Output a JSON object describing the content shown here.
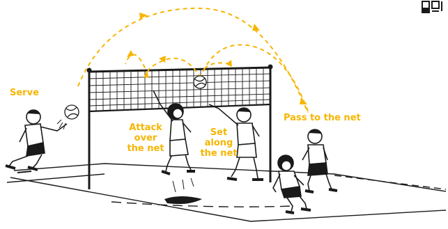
{
  "labels": {
    "serve": "Serve",
    "attack": "Attack over the net",
    "set": "Set along the net",
    "pass": "Pass to the net"
  },
  "colors": {
    "accent": "#f7b500",
    "ink": "#1a1a1a"
  },
  "icons": [
    "volleyball-icon",
    "qr-icon"
  ]
}
